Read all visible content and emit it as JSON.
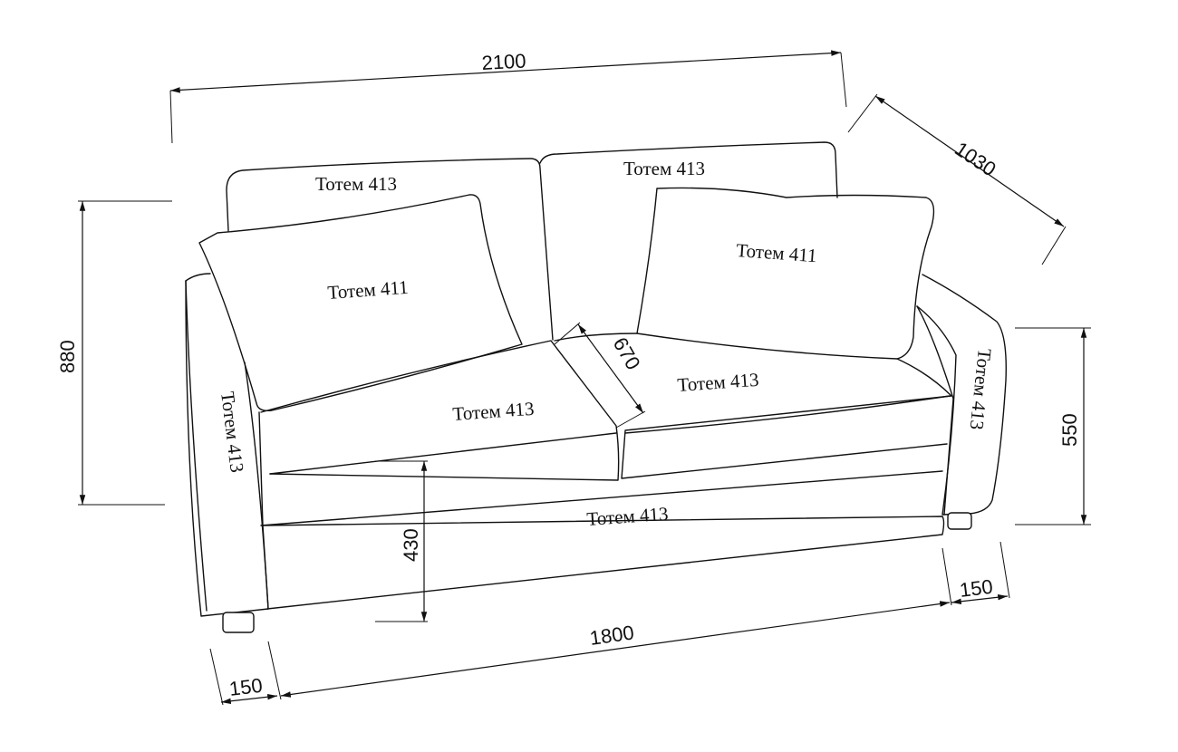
{
  "labels": {
    "back_left": "Тотем 413",
    "back_right": "Тотем 413",
    "pillow_left": "Тотем 411",
    "pillow_right": "Тотем 411",
    "seat_left": "Тотем 413",
    "seat_right": "Тотем 413",
    "base_front": "Тотем 413",
    "arm_left": "Тотем 413",
    "arm_right": "Тотем 413"
  },
  "dimensions": {
    "overall_width": "2100",
    "overall_depth": "1030",
    "overall_height": "880",
    "arm_height": "550",
    "seat_height": "430",
    "seat_depth": "670",
    "inner_width": "1800",
    "arm_width_left": "150",
    "arm_width_right": "150"
  }
}
